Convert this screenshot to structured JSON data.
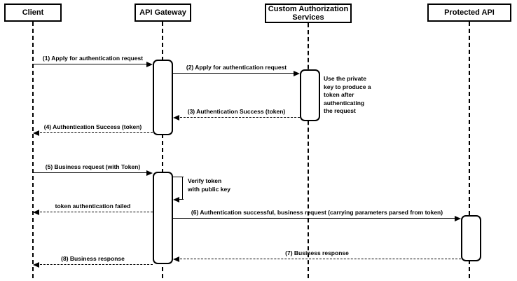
{
  "diagram": {
    "type": "uml-sequence-diagram",
    "colors": {
      "stroke": "#000000",
      "fill": "#ffffff",
      "background": "#ffffff"
    },
    "participants": [
      {
        "label": "Client"
      },
      {
        "label": "API Gateway"
      },
      {
        "label": "Custom Authorization\nServices"
      },
      {
        "label": "Protected API"
      }
    ],
    "messages": [
      {
        "label": "(1) Apply for authentication request",
        "from": "Client",
        "to": "API Gateway",
        "line": "solid"
      },
      {
        "label": "(2) Apply for authentication request",
        "from": "API Gateway",
        "to": "Custom Authorization Services",
        "line": "solid"
      },
      {
        "label": "(3) Authentication Success (token)",
        "from": "Custom Authorization Services",
        "to": "API Gateway",
        "line": "dashed"
      },
      {
        "label": "(4) Authentication Success (token)",
        "from": "API Gateway",
        "to": "Client",
        "line": "dashed"
      },
      {
        "label": "(5) Business request (with Token)",
        "from": "Client",
        "to": "API Gateway",
        "line": "solid"
      },
      {
        "label": "Verify token\nwith public key",
        "from": "API Gateway",
        "to": "API Gateway",
        "line": "solid",
        "self_message": true
      },
      {
        "label": "token authentication failed",
        "from": "API Gateway",
        "to": "Client",
        "line": "dashed"
      },
      {
        "label": "(6) Authentication successful, business request (carrying parameters parsed from token)",
        "from": "API Gateway",
        "to": "Protected API",
        "line": "solid"
      },
      {
        "label": "(7) Business response",
        "from": "Protected API",
        "to": "API Gateway",
        "line": "dashed"
      },
      {
        "label": "(8) Business response",
        "from": "API Gateway",
        "to": "Client",
        "line": "dashed"
      }
    ],
    "notes": [
      {
        "label": "Use the private\nkey to produce a\ntoken after\nauthenticating\nthe request",
        "attached_to": "Custom Authorization Services"
      }
    ]
  }
}
